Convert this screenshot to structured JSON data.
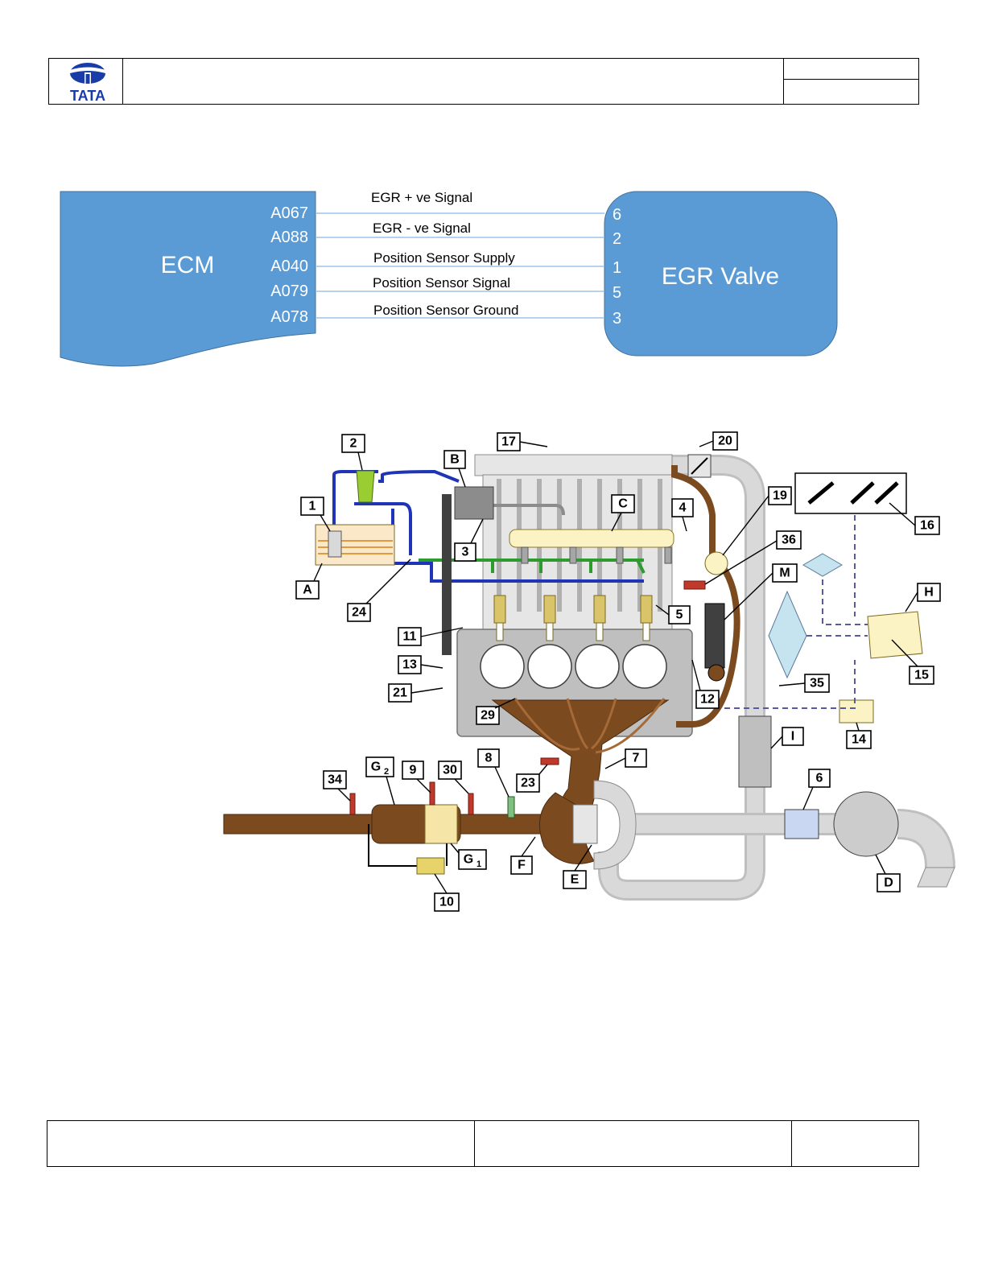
{
  "header": {
    "logo_text": "TATA"
  },
  "wiring": {
    "ecm_label": "ECM",
    "valve_label": "EGR Valve",
    "connections": [
      {
        "ecm_pin": "A067",
        "signal": "EGR + ve Signal",
        "valve_pin": "6"
      },
      {
        "ecm_pin": "A088",
        "signal": "EGR - ve Signal",
        "valve_pin": "2"
      },
      {
        "ecm_pin": "A040",
        "signal": "Position Sensor Supply",
        "valve_pin": "1"
      },
      {
        "ecm_pin": "A079",
        "signal": "Position Sensor Signal",
        "valve_pin": "5"
      },
      {
        "ecm_pin": "A078",
        "signal": "Position Sensor Ground",
        "valve_pin": "3"
      }
    ]
  },
  "engine_labels": {
    "l1": "1",
    "l2": "2",
    "l3": "3",
    "l4": "4",
    "l5": "5",
    "l6": "6",
    "l7": "7",
    "l8": "8",
    "l9": "9",
    "l10": "10",
    "l11": "11",
    "l12": "12",
    "l13": "13",
    "l14": "14",
    "l15": "15",
    "l16": "16",
    "l17": "17",
    "l19": "19",
    "l20": "20",
    "l21": "21",
    "l23": "23",
    "l24": "24",
    "l29": "29",
    "l30": "30",
    "l34": "34",
    "l35": "35",
    "l36": "36",
    "lA": "A",
    "lB": "B",
    "lC": "C",
    "lD": "D",
    "lE": "E",
    "lF": "F",
    "lH": "H",
    "lI": "I",
    "lM": "M",
    "lG2": "G",
    "lG2sub": "2",
    "lG1": "G",
    "lG1sub": "1"
  },
  "colors": {
    "diagram_fill": "#5b9bd5",
    "diagram_edge": "#41719c",
    "wire": "#9dc3e6",
    "exhaust": "#7b4a1e",
    "intake": "#d0d0d0",
    "fuel_line": "#1f35b5",
    "return_line": "#2e9b2e",
    "rail": "#fbf3c4"
  }
}
